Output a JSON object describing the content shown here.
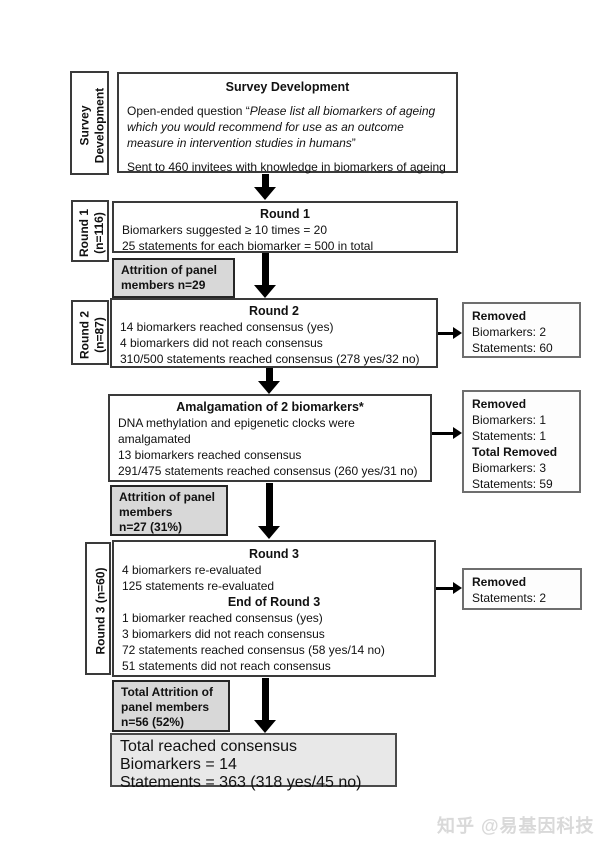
{
  "colors": {
    "box_border": "#3a3a3a",
    "attrition_fill": "#d8d8d8",
    "final_fill": "#e8e8e8",
    "arrow": "#000000",
    "removed_border": "#6e6e6e",
    "watermark_text": "#d9d9d9"
  },
  "survey": {
    "side_label": [
      "Survey",
      "Development"
    ],
    "title": "Survey Development",
    "question_prefix": "Open-ended question “",
    "question_italic": "Please list all biomarkers of ageing which you would recommend for use as an outcome measure in intervention studies in humans",
    "question_suffix": "”",
    "sent_line": "Sent to 460 invitees with knowledge in biomarkers of ageing"
  },
  "round1": {
    "side_label": [
      "Round 1",
      "(n=116)"
    ],
    "title": "Round 1",
    "lines": [
      "Biomarkers suggested ≥ 10 times = 20",
      "25 statements for each biomarker = 500 in total"
    ]
  },
  "attrition1": {
    "lines": [
      "Attrition of panel",
      "members n=29"
    ]
  },
  "round2": {
    "side_label": [
      "Round 2",
      "(n=87)"
    ],
    "title": "Round 2",
    "lines": [
      "14 biomarkers reached consensus (yes)",
      "4 biomarkers did not reach consensus",
      "310/500 statements reached consensus (278 yes/32 no)"
    ]
  },
  "removed1": {
    "title": "Removed",
    "lines": [
      "Biomarkers: 2",
      "Statements: 60"
    ]
  },
  "amalgamation": {
    "title": "Amalgamation of 2 biomarkers*",
    "lines": [
      "DNA methylation and epigenetic clocks were amalgamated",
      "13 biomarkers reached consensus",
      "291/475 statements reached consensus (260 yes/31 no)"
    ]
  },
  "removed2": {
    "title": "Removed",
    "lines": [
      "Biomarkers: 1",
      "Statements: 1"
    ],
    "total_title": "Total Removed",
    "total_lines": [
      "Biomarkers: 3",
      "Statements: 59"
    ]
  },
  "attrition2": {
    "lines": [
      "Attrition of panel",
      "members",
      "n=27 (31%)"
    ]
  },
  "round3": {
    "side_label": [
      "Round 3 (n=60)"
    ],
    "title": "Round 3",
    "lines_top": [
      "4 biomarkers re-evaluated",
      "125 statements re-evaluated"
    ],
    "subtitle": "End of Round 3",
    "lines_bottom": [
      "1 biomarker reached consensus (yes)",
      "3 biomarkers did not reach consensus",
      "72 statements reached consensus (58 yes/14 no)",
      "51 statements did not reach consensus"
    ]
  },
  "removed3": {
    "title": "Removed",
    "lines": [
      "Statements: 2"
    ]
  },
  "attrition3": {
    "lines": [
      "Total Attrition of",
      "panel members",
      "n=56 (52%)"
    ]
  },
  "final": {
    "title": "Total reached consensus",
    "lines": [
      "Biomarkers = 14",
      "Statements = 363 (318 yes/45 no)"
    ]
  },
  "watermark": "知乎 @易基因科技"
}
